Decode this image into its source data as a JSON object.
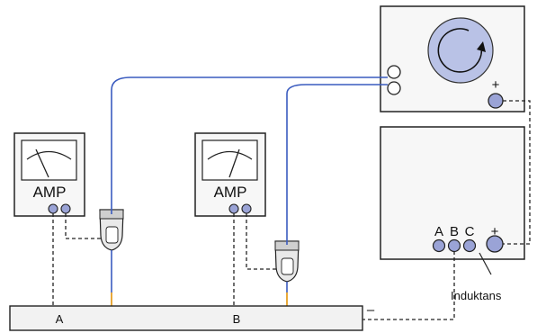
{
  "meters": [
    {
      "label": "AMP"
    },
    {
      "label": "AMP"
    }
  ],
  "bar": {
    "point_a": "A",
    "point_b": "B"
  },
  "rotor_box": {
    "plus_sign": "+"
  },
  "supply_box": {
    "terminal_a": "A",
    "terminal_b": "B",
    "terminal_c": "C",
    "plus_sign": "+",
    "minus_sign": "–",
    "inductance_label": "Induktans"
  },
  "colors": {
    "wire": "#3a5bbf",
    "terminal_fill": "#9aa3d6",
    "rotor_fill": "#b9c2e6",
    "probe_tip": "#e8a93a"
  }
}
